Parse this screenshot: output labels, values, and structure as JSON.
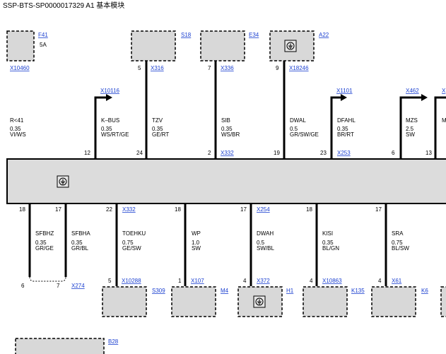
{
  "title": "SSP-BTS-SP0000017329 A1 基本模块",
  "module": {
    "icon": "ground-symbol-icon"
  },
  "top_components": [
    {
      "id": "F41",
      "fuse_rating": "5A",
      "connector": "X10460"
    },
    {
      "id": "S18",
      "pin": "5",
      "connector": "X316"
    },
    {
      "id": "E34",
      "pin": "7",
      "connector": "X336"
    },
    {
      "id": "A22",
      "pin": "9",
      "connector": "X18246",
      "icon": "ground-symbol-icon"
    }
  ],
  "top_arrows": [
    {
      "connector": "X10116"
    },
    {
      "connector": "X1101"
    },
    {
      "connector": "X462"
    },
    {
      "connector": "X"
    }
  ],
  "top_wires": [
    {
      "name": "R<41",
      "size": "0.35",
      "color": "VI/WS",
      "pin": "12"
    },
    {
      "name": "K–BUS",
      "size": "0.35",
      "color": "WS/RT/GE",
      "pin": "24"
    },
    {
      "name": "TZV",
      "size": "0.35",
      "color": "GE/RT",
      "pin": ""
    },
    {
      "name": "SIB",
      "size": "0.35",
      "color": "WS/BR",
      "pin": "2",
      "connector": "X332"
    },
    {
      "name": "DWAL",
      "size": "0.5",
      "color": "GR/SW/GE",
      "pin": "19"
    },
    {
      "name": "DFAHL",
      "size": "0.35",
      "color": "BR/RT",
      "pin": "23",
      "connector": "X253"
    },
    {
      "name": "MZS",
      "size": "2.5",
      "color": "SW",
      "pin": "6"
    },
    {
      "name": "M",
      "size": "",
      "color": "",
      "pin": "13"
    }
  ],
  "bottom_wires": [
    {
      "name": "SFBHZ",
      "size": "0.35",
      "color": "GR/GE",
      "top_pin": "18",
      "bottom_pin": "6"
    },
    {
      "name": "SFBHA",
      "size": "0.35",
      "color": "GR/BL",
      "top_pin": "17",
      "bottom_pin": "7",
      "connector": "X274"
    },
    {
      "name": "TOEHKU",
      "size": "0.75",
      "color": "GE/SW",
      "top_pin": "22",
      "top_connector": "X332",
      "bottom_pin": "5",
      "connector": "X10288",
      "component": "S309"
    },
    {
      "name": "WP",
      "size": "1.0",
      "color": "SW",
      "top_pin": "18",
      "bottom_pin": "1",
      "connector": "X107",
      "component": "M4"
    },
    {
      "name": "DWAH",
      "size": "0.5",
      "color": "SW/BL",
      "top_pin": "17",
      "top_connector": "X254",
      "bottom_pin": "4",
      "connector": "X372",
      "component": "H1"
    },
    {
      "name": "KISI",
      "size": "0.35",
      "color": "BL/GN",
      "top_pin": "18",
      "bottom_pin": "4",
      "connector": "X10863",
      "component": "K135"
    },
    {
      "name": "SRA",
      "size": "0.75",
      "color": "BL/SW",
      "top_pin": "17",
      "bottom_pin": "4",
      "connector": "X61",
      "component": "K6"
    }
  ],
  "extra_component": {
    "id": "B28"
  }
}
